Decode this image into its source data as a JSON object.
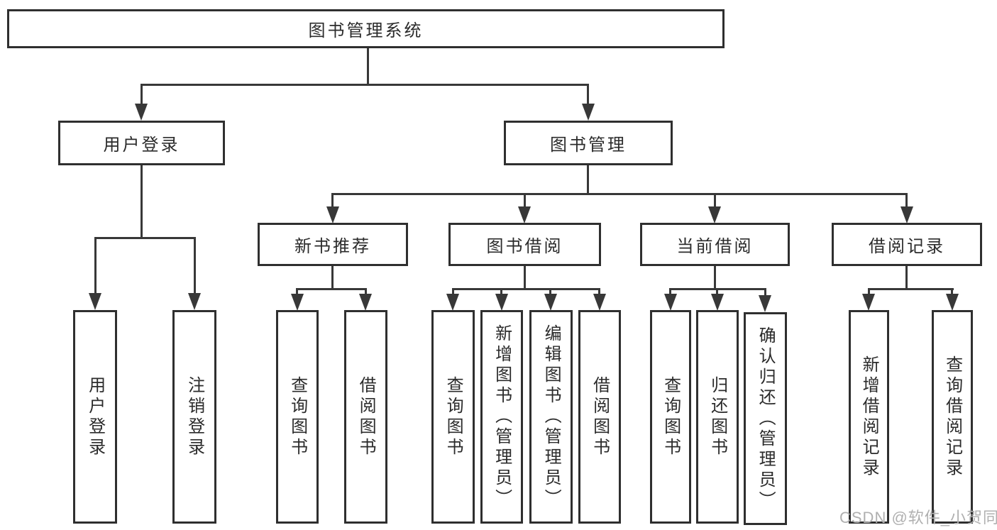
{
  "colors": {
    "line": "#383838",
    "border": "#2f2f2f",
    "text": "#2b2b2b",
    "bg": "#ffffff",
    "watermark": "#b0b0b0"
  },
  "tree": {
    "root": {
      "label": "图书管理系统"
    },
    "branches": [
      {
        "label": "用户登录",
        "children": [
          {
            "label": "用户登录"
          },
          {
            "label": "注销登录"
          }
        ]
      },
      {
        "label": "图书管理",
        "groups": [
          {
            "label": "新书推荐",
            "children": [
              {
                "label": "查询图书"
              },
              {
                "label": "借阅图书"
              }
            ]
          },
          {
            "label": "图书借阅",
            "children": [
              {
                "label": "查询图书"
              },
              {
                "label": "新增图书（管理员）"
              },
              {
                "label": "编辑图书（管理员）"
              },
              {
                "label": "借阅图书"
              }
            ]
          },
          {
            "label": "当前借阅",
            "children": [
              {
                "label": "查询图书"
              },
              {
                "label": "归还图书"
              },
              {
                "label": "确认归还（管理员）"
              }
            ]
          },
          {
            "label": "借阅记录",
            "children": [
              {
                "label": "新增借阅记录"
              },
              {
                "label": "查询借阅记录"
              }
            ]
          }
        ]
      }
    ]
  },
  "watermark": {
    "text": "CSDN @软件_小贺同学"
  }
}
